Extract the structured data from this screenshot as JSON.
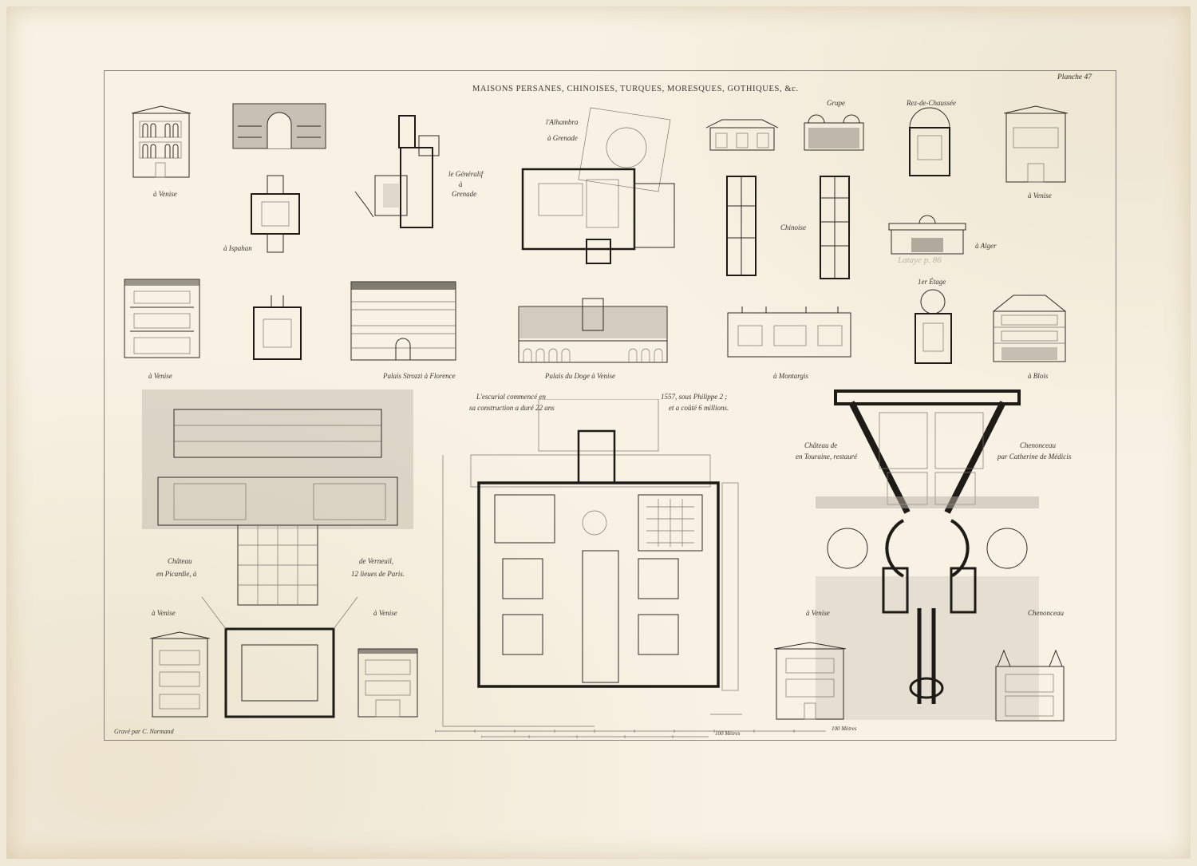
{
  "plate": {
    "title": "MAISONS PERSANES, CHINOISES, TURQUES, MORESQUES, GOTHIQUES, &c.",
    "number": "Planche 47",
    "engraver": "Gravé par C. Normand",
    "pencil_note": "Lataye p. 86",
    "paper_color": "#f7f2e4",
    "ink_color": "#2b2620"
  },
  "labels": {
    "venise_1": "à Venise",
    "ispahan": "à Ispahan",
    "generalif_1": "le Généralif",
    "generalif_2": "à",
    "generalif_3": "Grenade",
    "alhambra_1": "l'Alhambra",
    "alhambra_2": "à Grenade",
    "grupe": "Grupe",
    "rez_chaussee": "Rez-de-Chaussée",
    "venise_2": "à Venise",
    "chinoise": "Chinoise",
    "alger": "à Alger",
    "premier_etage": "1er Étage",
    "venise_3": "à Venise",
    "strozzi": "Palais Strozzi à Florence",
    "doge": "Palais du Doge à Venise",
    "montargis": "à Montargis",
    "blois": "à Blois",
    "escurial_1": "L'escurial commencé en",
    "escurial_2": "sa construction a duré 22 ans",
    "escurial_3": "1557, sous Philippe 2 ;",
    "escurial_4": "et a coûté 6 millions.",
    "chenonceau_1": "Château de",
    "chenonceau_2": "en Touraine, restauré",
    "chenonceau_3": "Chenonceau",
    "chenonceau_4": "par Catherine de Médicis",
    "verneuil_1": "Château",
    "verneuil_2": "en Picardie, à",
    "verneuil_3": "de Verneuil,",
    "verneuil_4": "12 lieues de Paris.",
    "venise_4": "à Venise",
    "venise_5": "à Venise",
    "venise_6": "à Venise",
    "chenonceau_5": "Chenonceau",
    "scale_1": "100 Mètres",
    "scale_2": "100 Mètres"
  }
}
